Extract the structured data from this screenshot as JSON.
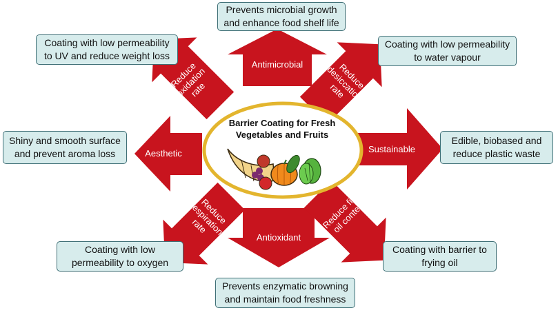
{
  "center": {
    "title": "Barrier Coating for Fresh\nVegetables and Fruits"
  },
  "arrows": {
    "top": "Antimicrobial",
    "top_right": "Reduce\ndesiccation\nrate",
    "right": "Sustainable",
    "bottom_right": "Reduce final\noil content",
    "bottom": "Antioxidant",
    "bottom_left": "Reduce\nrespiration\nrate",
    "left": "Aesthetic",
    "top_left": "Reduce\noxidation\nrate"
  },
  "boxes": {
    "top": "Prevents microbial growth\nand enhance food shelf life",
    "top_right": "Coating with low permeability\nto water vapour",
    "right": "Edible, biobased and\nreduce plastic waste",
    "bottom_right": "Coating with barrier to\nfrying oil",
    "bottom": "Prevents enzymatic browning\nand maintain food freshness",
    "bottom_left": "Coating with low\npermeability to oxygen",
    "left": "Shiny and smooth surface\nand prevent aroma loss",
    "top_left": "Coating with low permeability\nto UV and reduce weight loss"
  },
  "colors": {
    "arrow": "#c8141e",
    "box_fill": "#d7ecec",
    "box_border": "#3f6f76",
    "ellipse_border": "#e3b52e"
  },
  "icons": {
    "illustration": "cornucopia-vegetables-icon"
  }
}
